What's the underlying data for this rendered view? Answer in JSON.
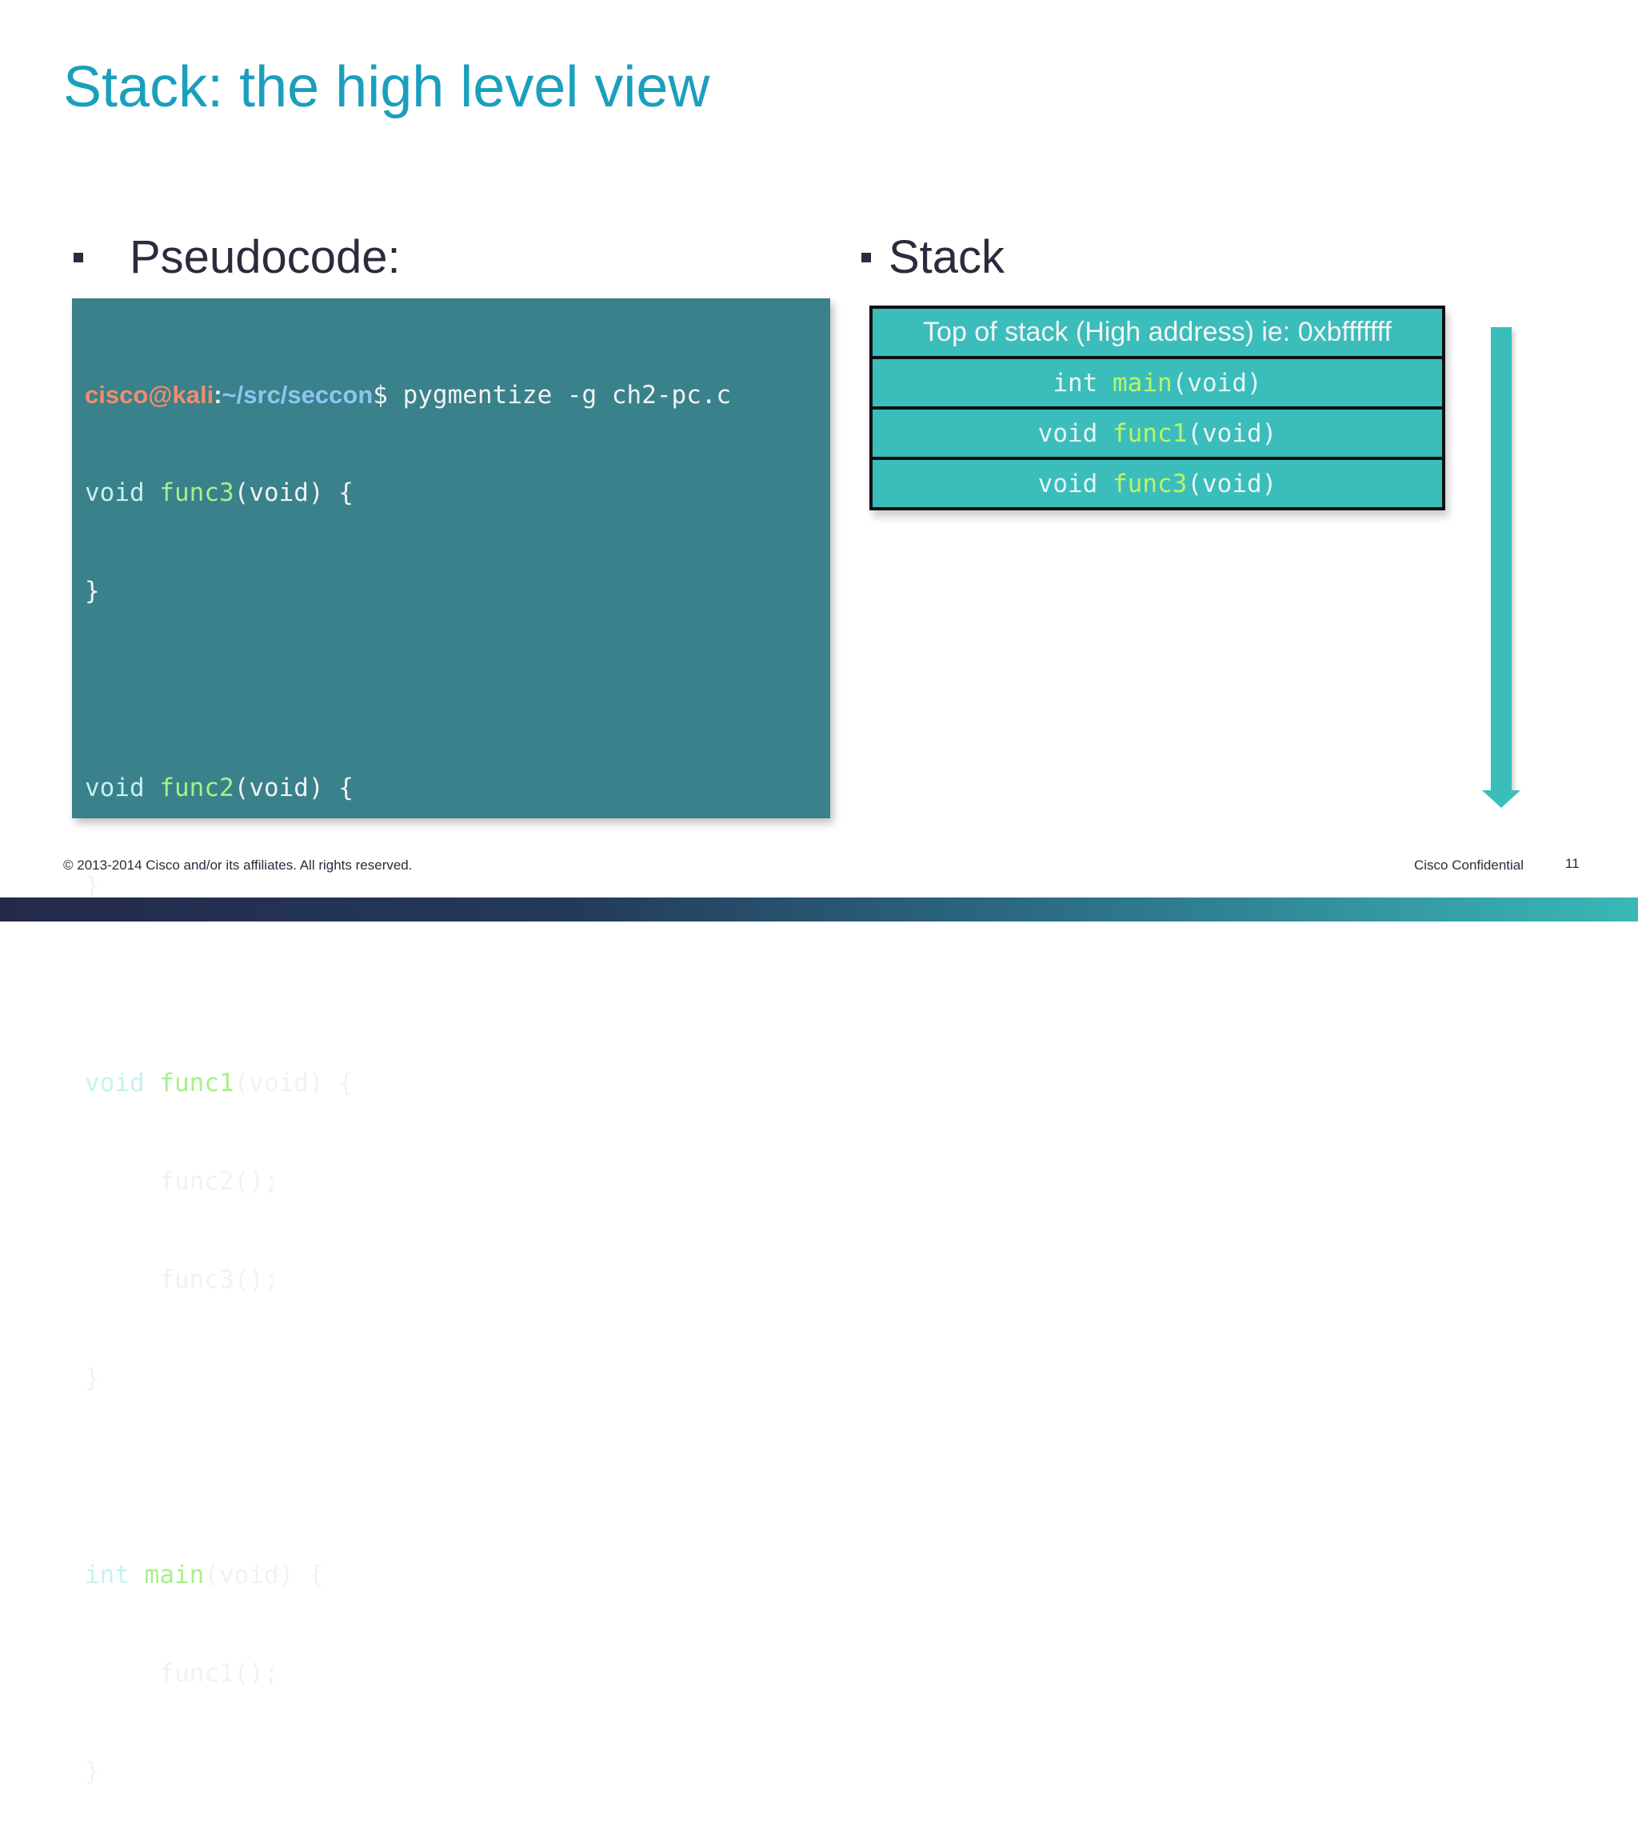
{
  "slide": {
    "title": "Stack: the high level view",
    "left_heading": "Pseudocode:",
    "right_heading": "Stack"
  },
  "terminal": {
    "prompt_user": "cisco@kali",
    "prompt_colon": ":",
    "prompt_path": "~/src/seccon",
    "prompt_cmd": "$ pygmentize -g ch2-pc.c"
  },
  "code": {
    "kw_void": "void",
    "kw_int": "int",
    "fn_func1": "func1",
    "fn_func2": "func2",
    "fn_func3": "func3",
    "fn_main": "main",
    "params_open": "(void) {",
    "close_brace": "}",
    "call_func1": "func1();",
    "call_func2": "func2();",
    "call_func3": "func3();"
  },
  "stack": {
    "top_label": "Top of stack (High address) ie: 0xbfffffff",
    "frames": [
      {
        "type": "int",
        "name": "main",
        "params": "(void)"
      },
      {
        "type": "void",
        "name": "func1",
        "params": "(void)"
      },
      {
        "type": "void",
        "name": "func3",
        "params": "(void)"
      }
    ]
  },
  "footer": {
    "copyright": "© 2013-2014  Cisco and/or its affiliates. All rights reserved.",
    "confidential": "Cisco Confidential",
    "page_number": "11"
  },
  "colors": {
    "title": "#1a9fbd",
    "terminal_bg": "#39818b",
    "stack_frame": "#3bbdbb",
    "function_name": "#a7f08a",
    "prompt_user": "#f28c6d",
    "prompt_path": "#8ec5f0"
  }
}
